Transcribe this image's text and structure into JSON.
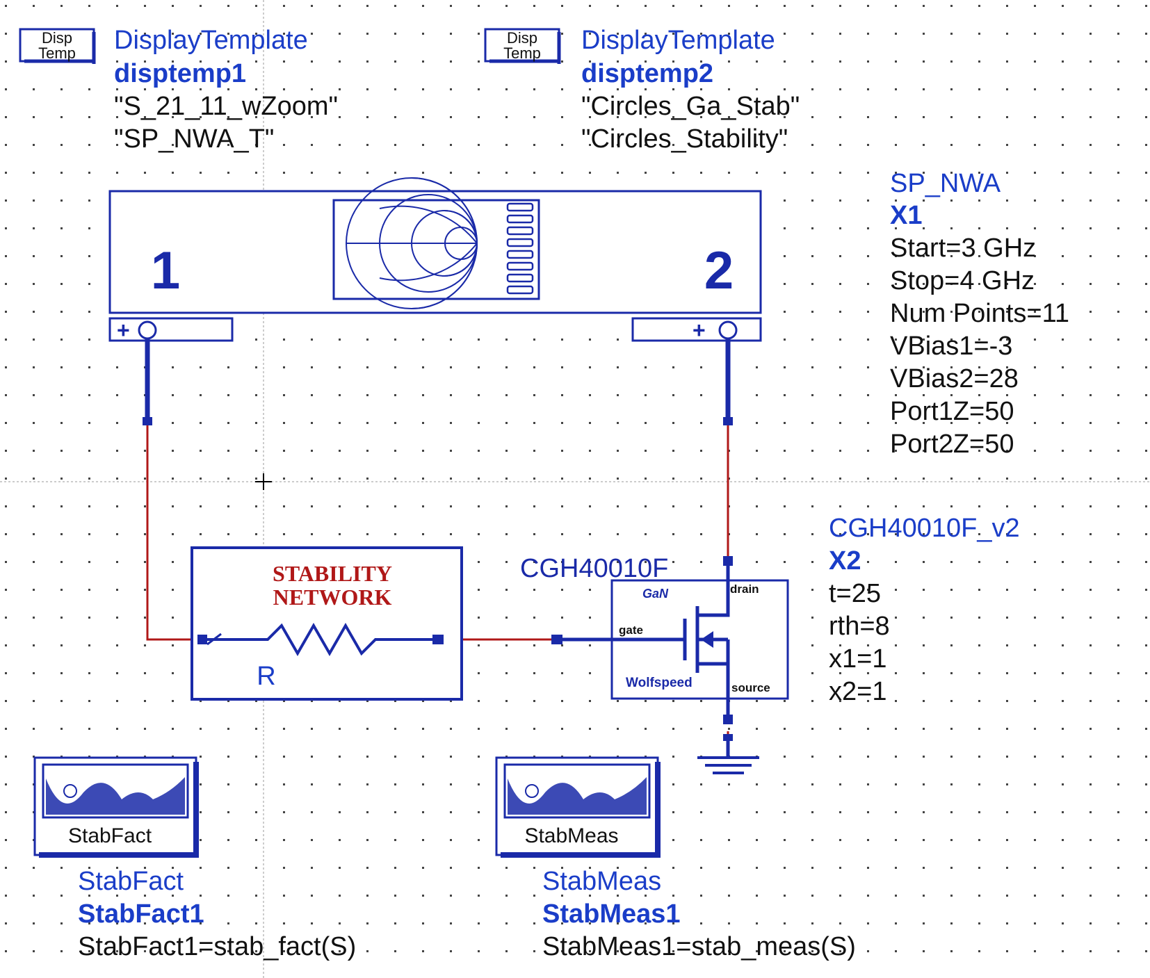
{
  "display_templates": [
    {
      "icon_line1": "Disp",
      "icon_line2": "Temp",
      "type": "DisplayTemplate",
      "instance": "disptemp1",
      "params": [
        "\"S_21_11_wZoom\"",
        "\"SP_NWA_T\""
      ]
    },
    {
      "icon_line1": "Disp",
      "icon_line2": "Temp",
      "type": "DisplayTemplate",
      "instance": "disptemp2",
      "params": [
        "\"Circles_Ga_Stab\"",
        "\"Circles_Stability\""
      ]
    }
  ],
  "network_analyzer": {
    "port1_label": "1",
    "port2_label": "2",
    "plus_sign": "+",
    "type": "SP_NWA",
    "instance": "X1",
    "params": [
      "Start=3 GHz",
      "Stop=4 GHz",
      "Num Points=11",
      "VBias1=-3",
      "VBias2=28",
      "Port1Z=50",
      "Port2Z=50"
    ]
  },
  "stability_network": {
    "title_line1": "STABILITY",
    "title_line2": "NETWORK",
    "resistor_label": "R"
  },
  "transistor": {
    "part_label": "CGH40010F",
    "tech_label": "GaN",
    "gate_label": "gate",
    "drain_label": "drain",
    "source_label": "source",
    "vendor_label": "Wolfspeed",
    "type": "CGH40010F_v2",
    "instance": "X2",
    "params": [
      "t=25",
      "rth=8",
      "x1=1",
      "x2=1"
    ]
  },
  "stab_fact": {
    "icon_label": "StabFact",
    "type": "StabFact",
    "instance": "StabFact1",
    "equation": "StabFact1=stab_fact(S)"
  },
  "stab_meas": {
    "icon_label": "StabMeas",
    "type": "StabMeas",
    "instance": "StabMeas1",
    "equation": "StabMeas1=stab_meas(S)"
  },
  "colors": {
    "component_blue": "#1a2aa8",
    "label_blue": "#1a3dc8",
    "wire_red": "#b01818",
    "title_red": "#b01818",
    "text_black": "#111111"
  }
}
